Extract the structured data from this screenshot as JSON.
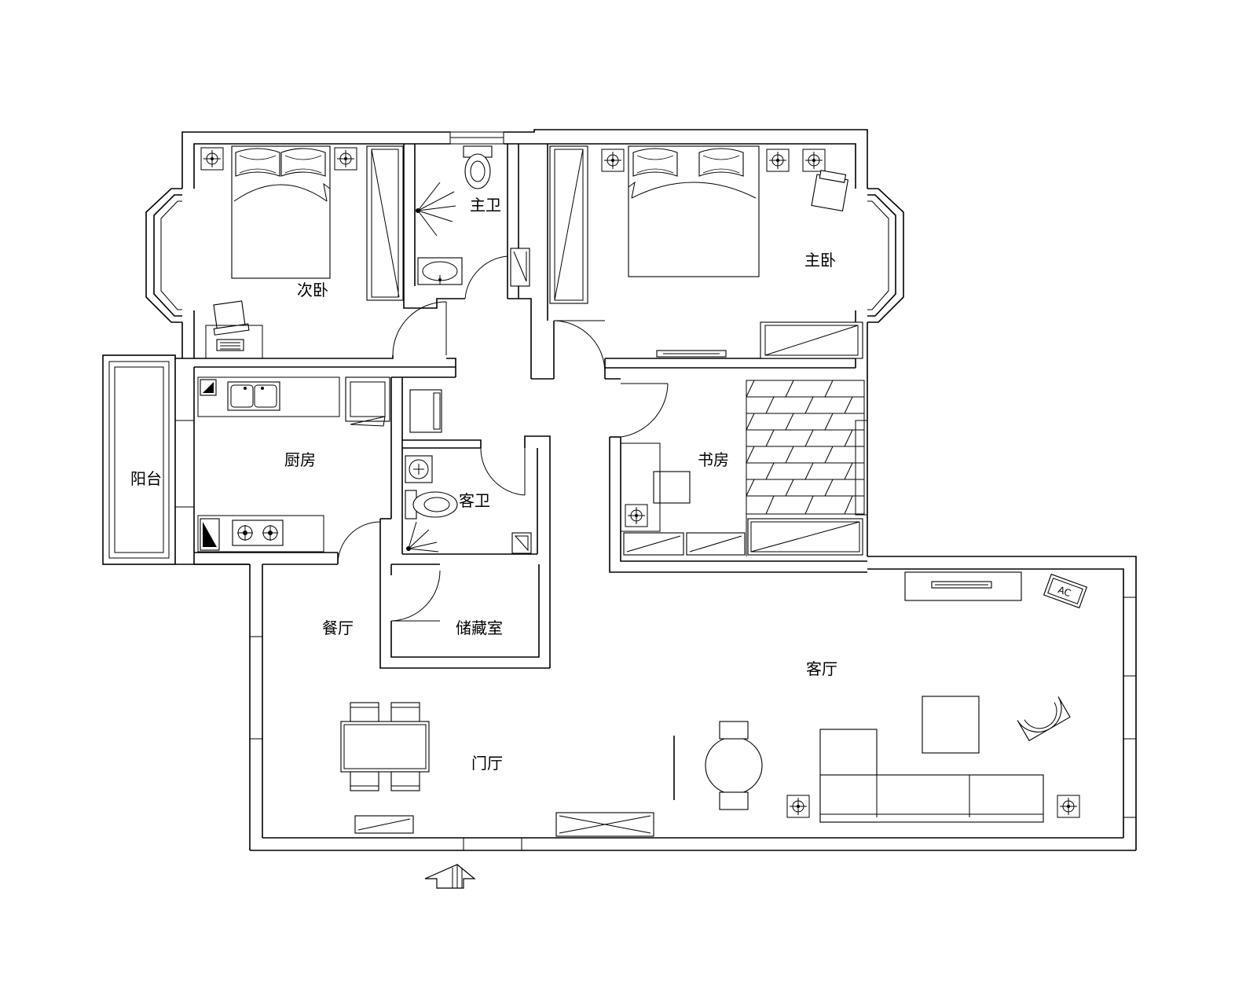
{
  "rooms": {
    "secondary_bedroom": "次卧",
    "master_bathroom": "主卫",
    "master_bedroom": "主卧",
    "kitchen": "厨房",
    "balcony": "阳台",
    "guest_bathroom": "客卫",
    "study": "书房",
    "dining_room": "餐厅",
    "storage_room": "储藏室",
    "living_room": "客厅",
    "foyer": "门厅"
  },
  "ac_label": "AC",
  "icons": {
    "ceiling_light": "ceiling-light-icon",
    "entrance": "entrance-arrow-icon"
  }
}
